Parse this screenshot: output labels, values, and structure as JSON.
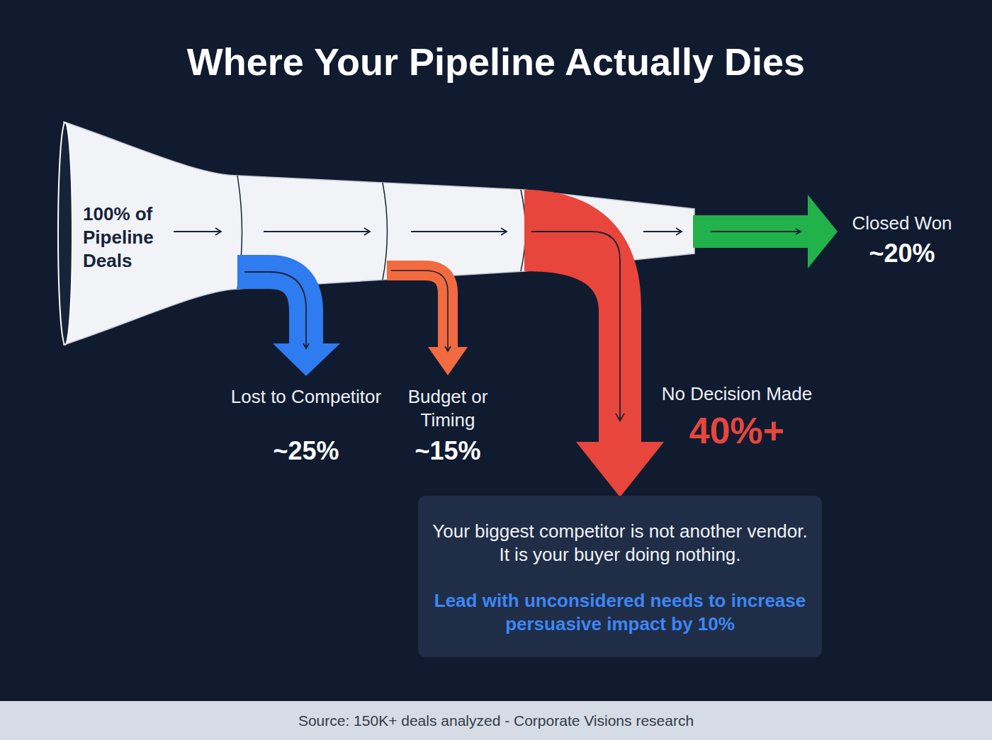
{
  "diagram": {
    "title": "Where Your Pipeline Actually Dies",
    "nodes": [
      {
        "text": [
          "100% of Pipeline Deals"
        ]
      },
      {
        "text": [
          "Your biggest competitor is not another vendor. It is your buyer doing nothing.",
          "Lead with unconsidered needs to increase persuasive impact by 10%"
        ]
      },
      {
        "text": [
          "Source: 150K+ deals analyzed - Corporate Visions research"
        ]
      }
    ],
    "edges": [
      {
        "from": 0,
        "to": 1,
        "arrow": "to"
      }
    ],
    "labels": [
      "Lost to Competitor",
      "~25%",
      "Budget or Timing",
      "~15%",
      "No Decision Made",
      "40%+",
      "Closed Won",
      "~20%"
    ]
  }
}
